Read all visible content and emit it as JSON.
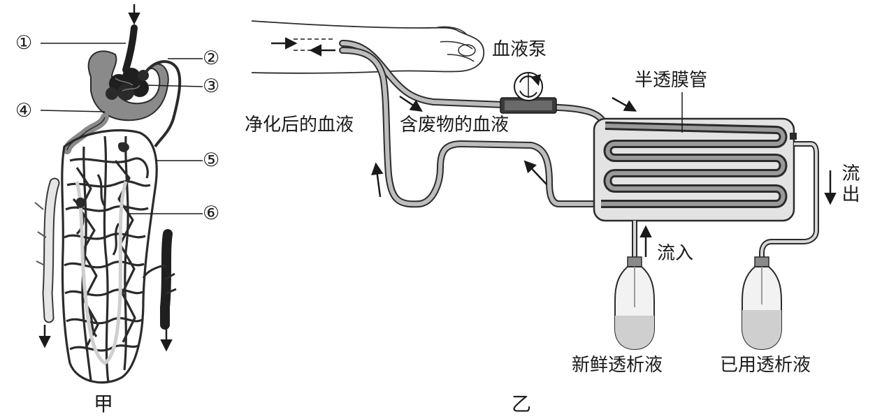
{
  "colors": {
    "ink": "#1a1a1a",
    "tissue": "#8a8a8a",
    "tube": "#bdbdbd",
    "dark_vessel": "#2b2b2b",
    "fluid": "#d8d8d8"
  },
  "figure_a": {
    "caption": "甲",
    "labels": {
      "n1": "①",
      "n2": "②",
      "n3": "③",
      "n4": "④",
      "n5": "⑤",
      "n6": "⑥"
    }
  },
  "figure_b": {
    "caption": "乙",
    "labels": {
      "blood_pump": "血液泵",
      "membrane_tube": "半透膜管",
      "purified_blood": "净化后的血液",
      "waste_blood": "含废物的血液",
      "flow_out": "流出",
      "flow_in": "流入",
      "fresh_dialysate": "新鲜透析液",
      "used_dialysate": "已用透析液"
    }
  }
}
